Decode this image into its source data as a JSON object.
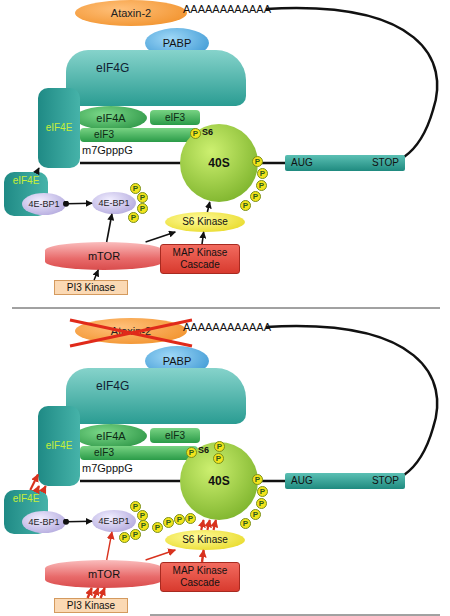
{
  "diagram": {
    "nodes": [
      {
        "text": [
          "Ataxin-2"
        ]
      },
      {
        "text": [
          "PABP"
        ]
      },
      {
        "text": [
          "eIF4G"
        ]
      },
      {
        "text": [
          "eIF4A"
        ]
      },
      {
        "text": [
          "eIF3"
        ]
      },
      {
        "text": [
          "eIF4E"
        ]
      },
      {
        "text": [
          "eIF3"
        ]
      },
      {
        "text": [
          "40S"
        ]
      },
      {
        "text": [
          "AUG",
          "STOP"
        ]
      },
      {
        "text": [
          "eIF4E"
        ]
      },
      {
        "text": [
          "4E-BP1"
        ]
      },
      {
        "text": [
          "4E-BP1"
        ]
      },
      {
        "text": [
          "S6 Kinase"
        ]
      },
      {
        "text": [
          "mTOR"
        ]
      },
      {
        "text": [
          "MAP Kinase Cascade"
        ]
      },
      {
        "text": [
          "PI3 Kinase"
        ]
      },
      {
        "text": [
          "Ataxin-2"
        ]
      },
      {
        "text": [
          "PABP"
        ]
      },
      {
        "text": [
          "eIF4G"
        ]
      },
      {
        "text": [
          "eIF4A"
        ]
      },
      {
        "text": [
          "eIF3"
        ]
      },
      {
        "text": [
          "eIF4E"
        ]
      },
      {
        "text": [
          "eIF3"
        ]
      },
      {
        "text": [
          "40S"
        ]
      },
      {
        "text": [
          "AUG",
          "STOP"
        ]
      },
      {
        "text": [
          "eIF4E"
        ]
      },
      {
        "text": [
          "4E-BP1"
        ]
      },
      {
        "text": [
          "4E-BP1"
        ]
      },
      {
        "text": [
          "S6 Kinase"
        ]
      },
      {
        "text": [
          "mTOR"
        ]
      },
      {
        "text": [
          "MAP Kinase Cascade"
        ]
      },
      {
        "text": [
          "PI3 Kinase"
        ]
      }
    ],
    "edges": [
      {
        "from": 9,
        "to": 5,
        "arrow": "to"
      },
      {
        "from": 10,
        "to": 11,
        "arrow": "to"
      },
      {
        "from": 13,
        "to": 11,
        "arrow": "to"
      },
      {
        "from": 13,
        "to": 12,
        "arrow": "to"
      },
      {
        "from": 12,
        "to": 7,
        "arrow": "to"
      },
      {
        "from": 14,
        "to": 12,
        "arrow": "to"
      },
      {
        "from": 15,
        "to": 13,
        "arrow": "to"
      },
      {
        "from": 25,
        "to": 21,
        "arrow": "to"
      },
      {
        "from": 25,
        "to": 21,
        "arrow": "to"
      },
      {
        "from": 25,
        "to": 21,
        "arrow": "to"
      },
      {
        "from": 26,
        "to": 27,
        "arrow": "to"
      },
      {
        "from": 29,
        "to": 27,
        "arrow": "to"
      },
      {
        "from": 29,
        "to": 28,
        "arrow": "to"
      },
      {
        "from": 28,
        "to": 23,
        "arrow": "to"
      },
      {
        "from": 28,
        "to": 23,
        "arrow": "to"
      },
      {
        "from": 28,
        "to": 23,
        "arrow": "to"
      },
      {
        "from": 30,
        "to": 28,
        "arrow": "to"
      },
      {
        "from": 31,
        "to": 29,
        "arrow": "to"
      },
      {
        "from": 31,
        "to": 29,
        "arrow": "to"
      },
      {
        "from": 31,
        "to": 29,
        "arrow": "to"
      }
    ],
    "labels": [
      "AAAAAAAAAAAA",
      "m7GpppG",
      "P",
      "S6",
      "P",
      "P",
      "P",
      "P",
      "P",
      "P",
      "P",
      "P",
      "P",
      "AAAAAAAAAAAA",
      "m7GpppG",
      "P",
      "S6",
      "P",
      "P",
      "P",
      "P",
      "P",
      "P",
      "P",
      "P",
      "P",
      "P",
      "P",
      "P",
      "P",
      "P",
      "P",
      "P"
    ]
  }
}
